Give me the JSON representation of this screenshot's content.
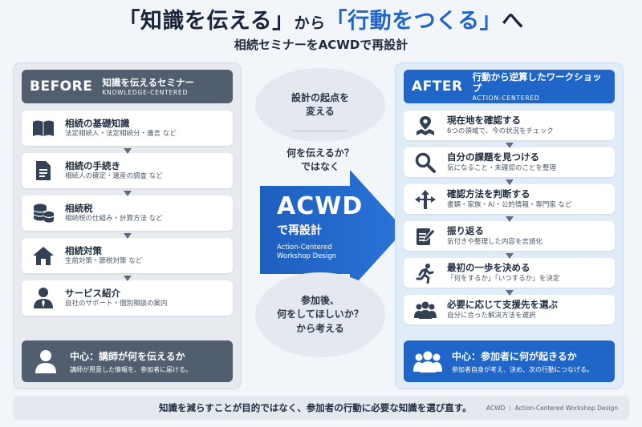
{
  "header": {
    "title_q1_open": "「",
    "title_part1": "知識を伝える",
    "title_q1_close": "」",
    "title_connector": "から",
    "title_q2_open": "「",
    "title_part2": "行動をつくる",
    "title_q2_close": "」",
    "title_end": "へ",
    "subtitle": "相続セミナーをACWDで再設計"
  },
  "before": {
    "tag": "BEFORE",
    "heading": "知識を伝えるセミナー",
    "heading_en": "KNOWLEDGE-CENTERED",
    "items": [
      {
        "title": "相続の基礎知識",
        "desc": "法定相続人・法定相続分・遺言 など",
        "icon": "book-icon"
      },
      {
        "title": "相続の手続き",
        "desc": "相続人の確定・遺産の調査 など",
        "icon": "document-icon"
      },
      {
        "title": "相続税",
        "desc": "相続税の仕組み・計算方法 など",
        "icon": "coins-icon"
      },
      {
        "title": "相続対策",
        "desc": "生前対策・節税対策 など",
        "icon": "house-icon"
      },
      {
        "title": "サービス紹介",
        "desc": "自社のサポート・個別相談の案内",
        "icon": "person-tie-icon"
      }
    ],
    "footer_title": "中心：講師が何を伝えるか",
    "footer_desc": "講師が用意した情報を、参加者に届ける。"
  },
  "center": {
    "bubble1_line1": "設計の起点を",
    "bubble1_line2": "変える",
    "bubble2_line1": "何を伝えるか？",
    "bubble2_line2": "ではなく",
    "arrow_title": "ACWD",
    "arrow_sub": "で再設計",
    "arrow_en1": "Action-Centered",
    "arrow_en2": "Workshop Design",
    "bubble3_line1": "参加後、",
    "bubble3_line2": "何をしてほしいか？",
    "bubble3_line3": "から考える"
  },
  "after": {
    "tag": "AFTER",
    "heading": "行動から逆算したワークショップ",
    "heading_en": "ACTION-CENTERED",
    "items": [
      {
        "title": "現在地を確認する",
        "desc": "6つの領域で、今の状況をチェック",
        "icon": "map-pin-icon"
      },
      {
        "title": "自分の課題を見つける",
        "desc": "気になること・未確認のことを整理",
        "icon": "magnifier-icon"
      },
      {
        "title": "確認方法を判断する",
        "desc": "書類・家族・AI・公的情報・専門家 など",
        "icon": "directions-icon"
      },
      {
        "title": "振り返る",
        "desc": "気付きや整理した内容を言語化",
        "icon": "notepad-pen-icon"
      },
      {
        "title": "最初の一歩を決める",
        "desc": "「何をするか」「いつするか」を決定",
        "icon": "running-person-icon"
      },
      {
        "title": "必要に応じて支援先を選ぶ",
        "desc": "自分に合った解決方法を選択",
        "icon": "group-icon"
      }
    ],
    "footer_title": "中心：参加者に何が起きるか",
    "footer_desc": "参加者自身が考え、決め、次の行動につなげる。"
  },
  "footer": {
    "message": "知識を減らすことが目的ではなく、参加者の行動に必要な知識を選び直す。",
    "credit": "ACWD ｜ Action-Centered Workshop Design"
  },
  "colors": {
    "accent_blue": "#1f66c8",
    "slate": "#505e70",
    "before_bg": "#e7ebf0",
    "after_bg": "#e1ecf9"
  }
}
